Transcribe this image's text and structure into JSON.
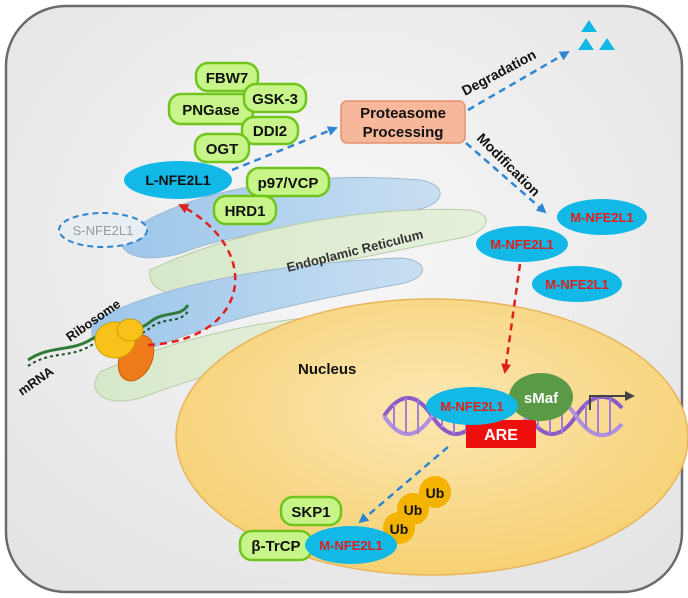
{
  "labels": {
    "fbw7": "FBW7",
    "pngase": "PNGase",
    "gsk3": "GSK-3",
    "ddi2": "DDI2",
    "ogt": "OGT",
    "p97vcp": "p97/VCP",
    "hrd1": "HRD1",
    "l_nfe2l1": "L-NFE2L1",
    "s_nfe2l1": "S-NFE2L1",
    "proteasome_line1": "Proteasome",
    "proteasome_line2": "Processing",
    "degradation": "Degradation",
    "modification": "Modification",
    "m_nfe2l1": "M-NFE2L1",
    "endoplasmic_reticulum": "Endoplamic Reticulum",
    "ribosome": "Ribosome",
    "mrna": "mRNA",
    "nucleus": "Nucleus",
    "smaf": "sMaf",
    "are": "ARE",
    "ub": "Ub",
    "skp1": "SKP1",
    "btrcp": "β-TrCP"
  },
  "colors": {
    "green_fill": "#c8f58a",
    "green_stroke": "#6fc51c",
    "cyan": "#12b8e6",
    "blue_arrow": "#2f86d0",
    "red_arrow": "#e0201c",
    "red_text": "#e0201c",
    "proteasome_fill": "#f6b79a",
    "nucleus_fill": "#f9dc8c",
    "ub_fill": "#f3b300",
    "are_fill": "#ee0f0f",
    "smaf_fill": "#5a9a46",
    "dna": "#8a5cc8",
    "cell_fill": "#eeeeee"
  }
}
